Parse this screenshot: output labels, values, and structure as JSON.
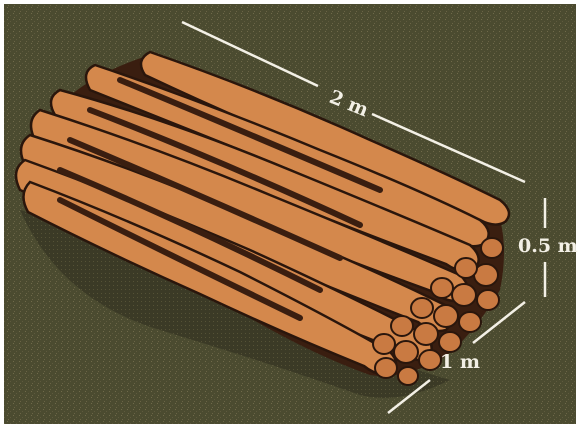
{
  "diagram": {
    "colors": {
      "background": "#4a4a30",
      "log_fill": "#d4884c",
      "log_outline": "#2a160c",
      "shadow": "#3a2414",
      "dim_line": "#f3f0e6"
    },
    "dimensions": {
      "length_label": "2 m",
      "height_label": "0.5 m",
      "width_label": "1 m"
    }
  }
}
